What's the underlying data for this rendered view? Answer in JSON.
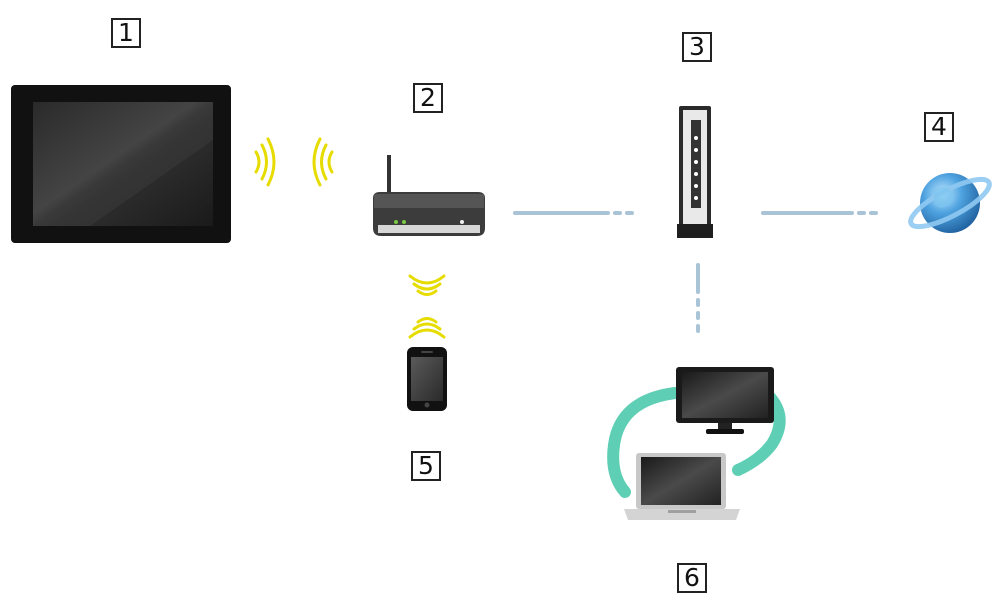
{
  "labels": {
    "tv": "1",
    "wireless_router": "2",
    "modem": "3",
    "internet": "4",
    "smartphone": "5",
    "network_devices": "6"
  },
  "colors": {
    "wired_line": "#a9c4d6",
    "wifi_waves": "#e6dc00",
    "network_ring": "#5ecfb4",
    "device_dark": "#1a1a1a",
    "globe_blue": "#2f7fc4"
  },
  "icons": {
    "tv": "flat-tv-icon",
    "router": "wireless-router-icon",
    "modem": "modem-icon",
    "internet": "globe-icon",
    "smartphone": "smartphone-icon",
    "network_devices": "monitor-laptop-icon"
  }
}
